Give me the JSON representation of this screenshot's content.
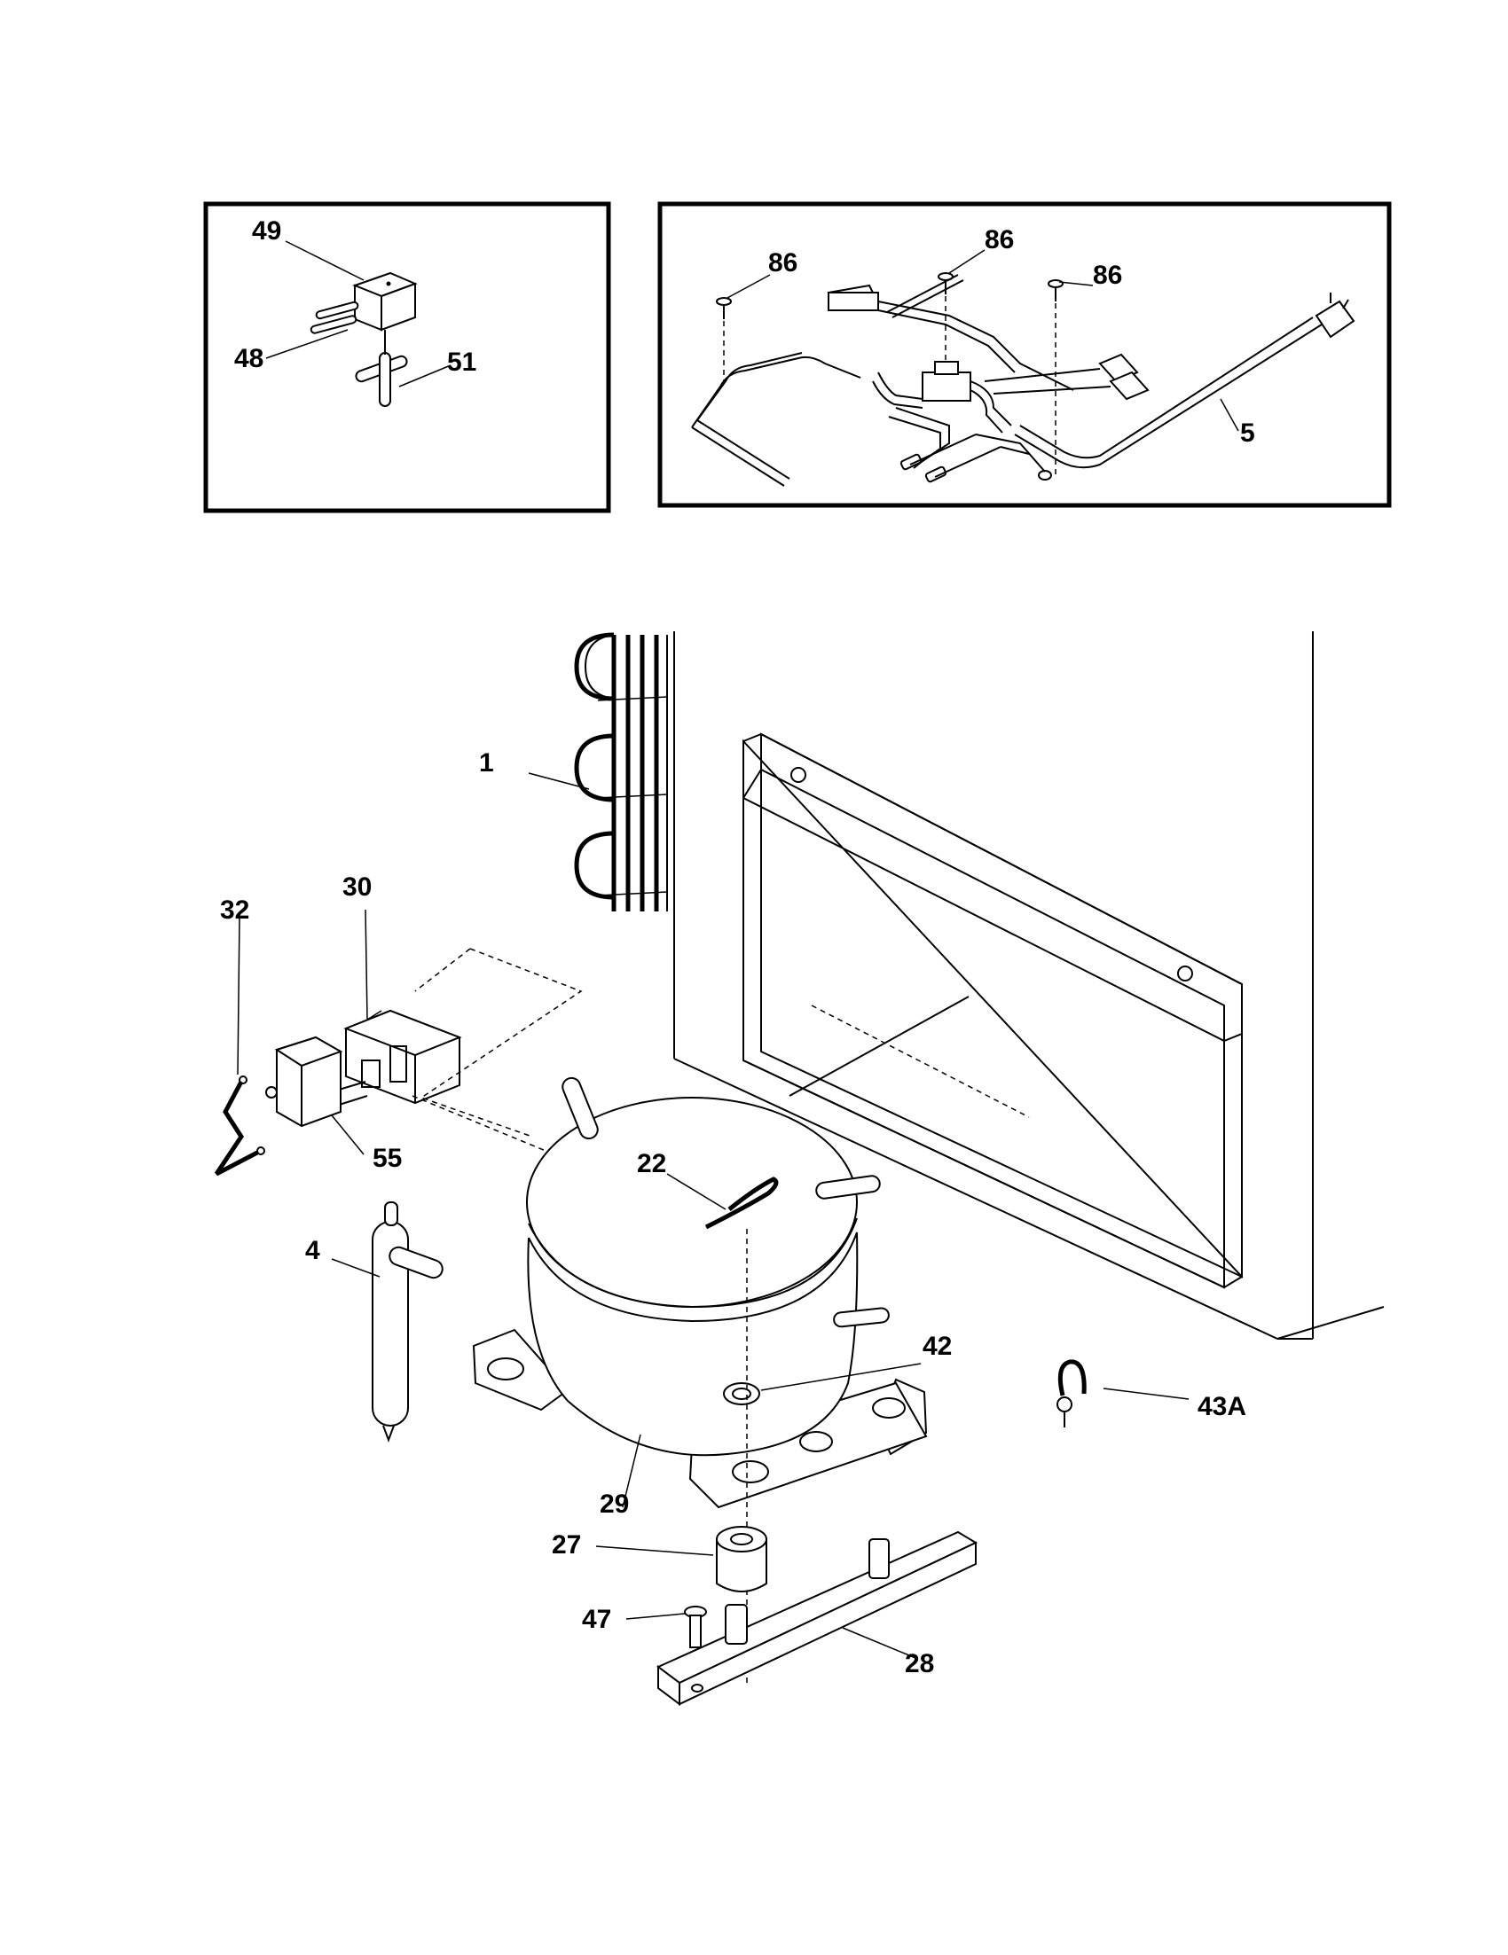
{
  "callouts": {
    "c49": "49",
    "c48": "48",
    "c51": "51",
    "c86a": "86",
    "c86b": "86",
    "c86c": "86",
    "c5": "5",
    "c1": "1",
    "c30": "30",
    "c32": "32",
    "c55": "55",
    "c22": "22",
    "c4": "4",
    "c42": "42",
    "c43a": "43A",
    "c29": "29",
    "c27": "27",
    "c47": "47",
    "c28": "28"
  }
}
